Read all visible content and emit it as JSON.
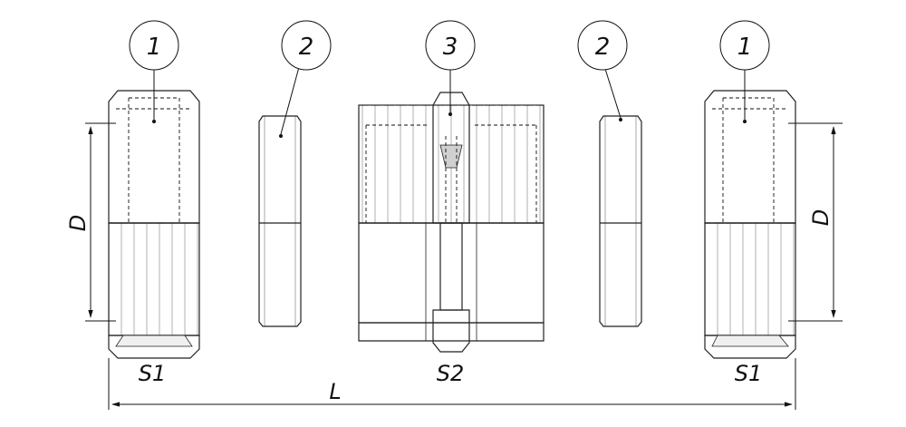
{
  "callouts": [
    {
      "id": "left-nut",
      "number": "1"
    },
    {
      "id": "left-ring",
      "number": "2"
    },
    {
      "id": "center-body",
      "number": "3"
    },
    {
      "id": "right-ring",
      "number": "2"
    },
    {
      "id": "right-nut",
      "number": "1"
    }
  ],
  "dimensions": {
    "left_diameter": "D",
    "right_diameter": "D",
    "left_wrench": "S1",
    "center_wrench": "S2",
    "right_wrench": "S1",
    "overall_length": "L"
  },
  "colors": {
    "outline": "#222222",
    "metal_dark": "#3c3c3c",
    "metal_mid": "#8a8a8a",
    "metal_light": "#e6e6e6",
    "hatch": "#555555",
    "section_fill": "#c9c9c9"
  }
}
